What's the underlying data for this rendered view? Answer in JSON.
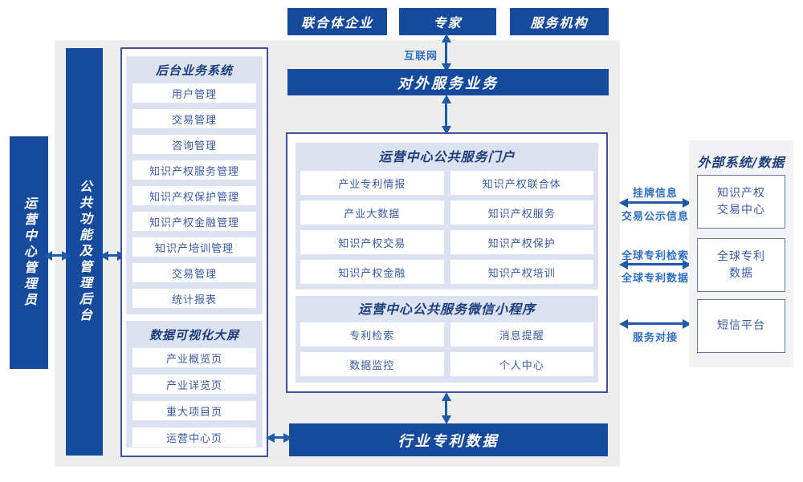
{
  "colors": {
    "dark_blue": "#164a9d",
    "lavender": "#dde2f1",
    "panel_border": "#434f9c",
    "gray_panel": "#ededed",
    "right_panel_bg": "#f3f3f5",
    "item_text": "#3a5aa5",
    "header_text": "#1c3e7e",
    "arrow": "#1d5aa9",
    "label_text": "#2e6ec5",
    "box_border": "#6a75ad"
  },
  "top_actors": [
    "联合体企业",
    "专家",
    "服务机构"
  ],
  "internet_label": "互联网",
  "bars": {
    "external_service": "对外服务业务",
    "industry_data": "行业专利数据"
  },
  "vertical_bars": {
    "admin": "运营中心管理员",
    "management": "公共功能及管理后台"
  },
  "backend_panel": {
    "sections": [
      {
        "title": "后台业务系统",
        "items": [
          "用户管理",
          "交易管理",
          "咨询管理",
          "知识产权服务管理",
          "知识产权保护管理",
          "知识产权金融管理",
          "知识产培训管理",
          "交易管理",
          "统计报表"
        ]
      },
      {
        "title": "数据可视化大屏",
        "items": [
          "产业概览页",
          "产业详览页",
          "重大项目页",
          "运营中心页"
        ]
      }
    ]
  },
  "center_panel": {
    "sections": [
      {
        "title": "运营中心公共服务门户",
        "items": [
          "产业专利情报",
          "知识产权联合体",
          "产业大数据",
          "知识产权服务",
          "知识产权交易",
          "知识产权保护",
          "知识产权金融",
          "知识产权培训"
        ]
      },
      {
        "title": "运营中心公共服务微信小程序",
        "items": [
          "专利检索",
          "消息提醒",
          "数据监控",
          "个人中心"
        ]
      }
    ]
  },
  "external_panel": {
    "title": "外部系统/数据",
    "systems": [
      "知识产权\n交易中心",
      "全球专利\n数据",
      "短信平台"
    ]
  },
  "links": [
    {
      "above": "挂牌信息",
      "below": "交易公示信息"
    },
    {
      "above": "全球专利检索",
      "below": "全球专利数据"
    },
    {
      "above": "",
      "below": "服务对接"
    }
  ]
}
